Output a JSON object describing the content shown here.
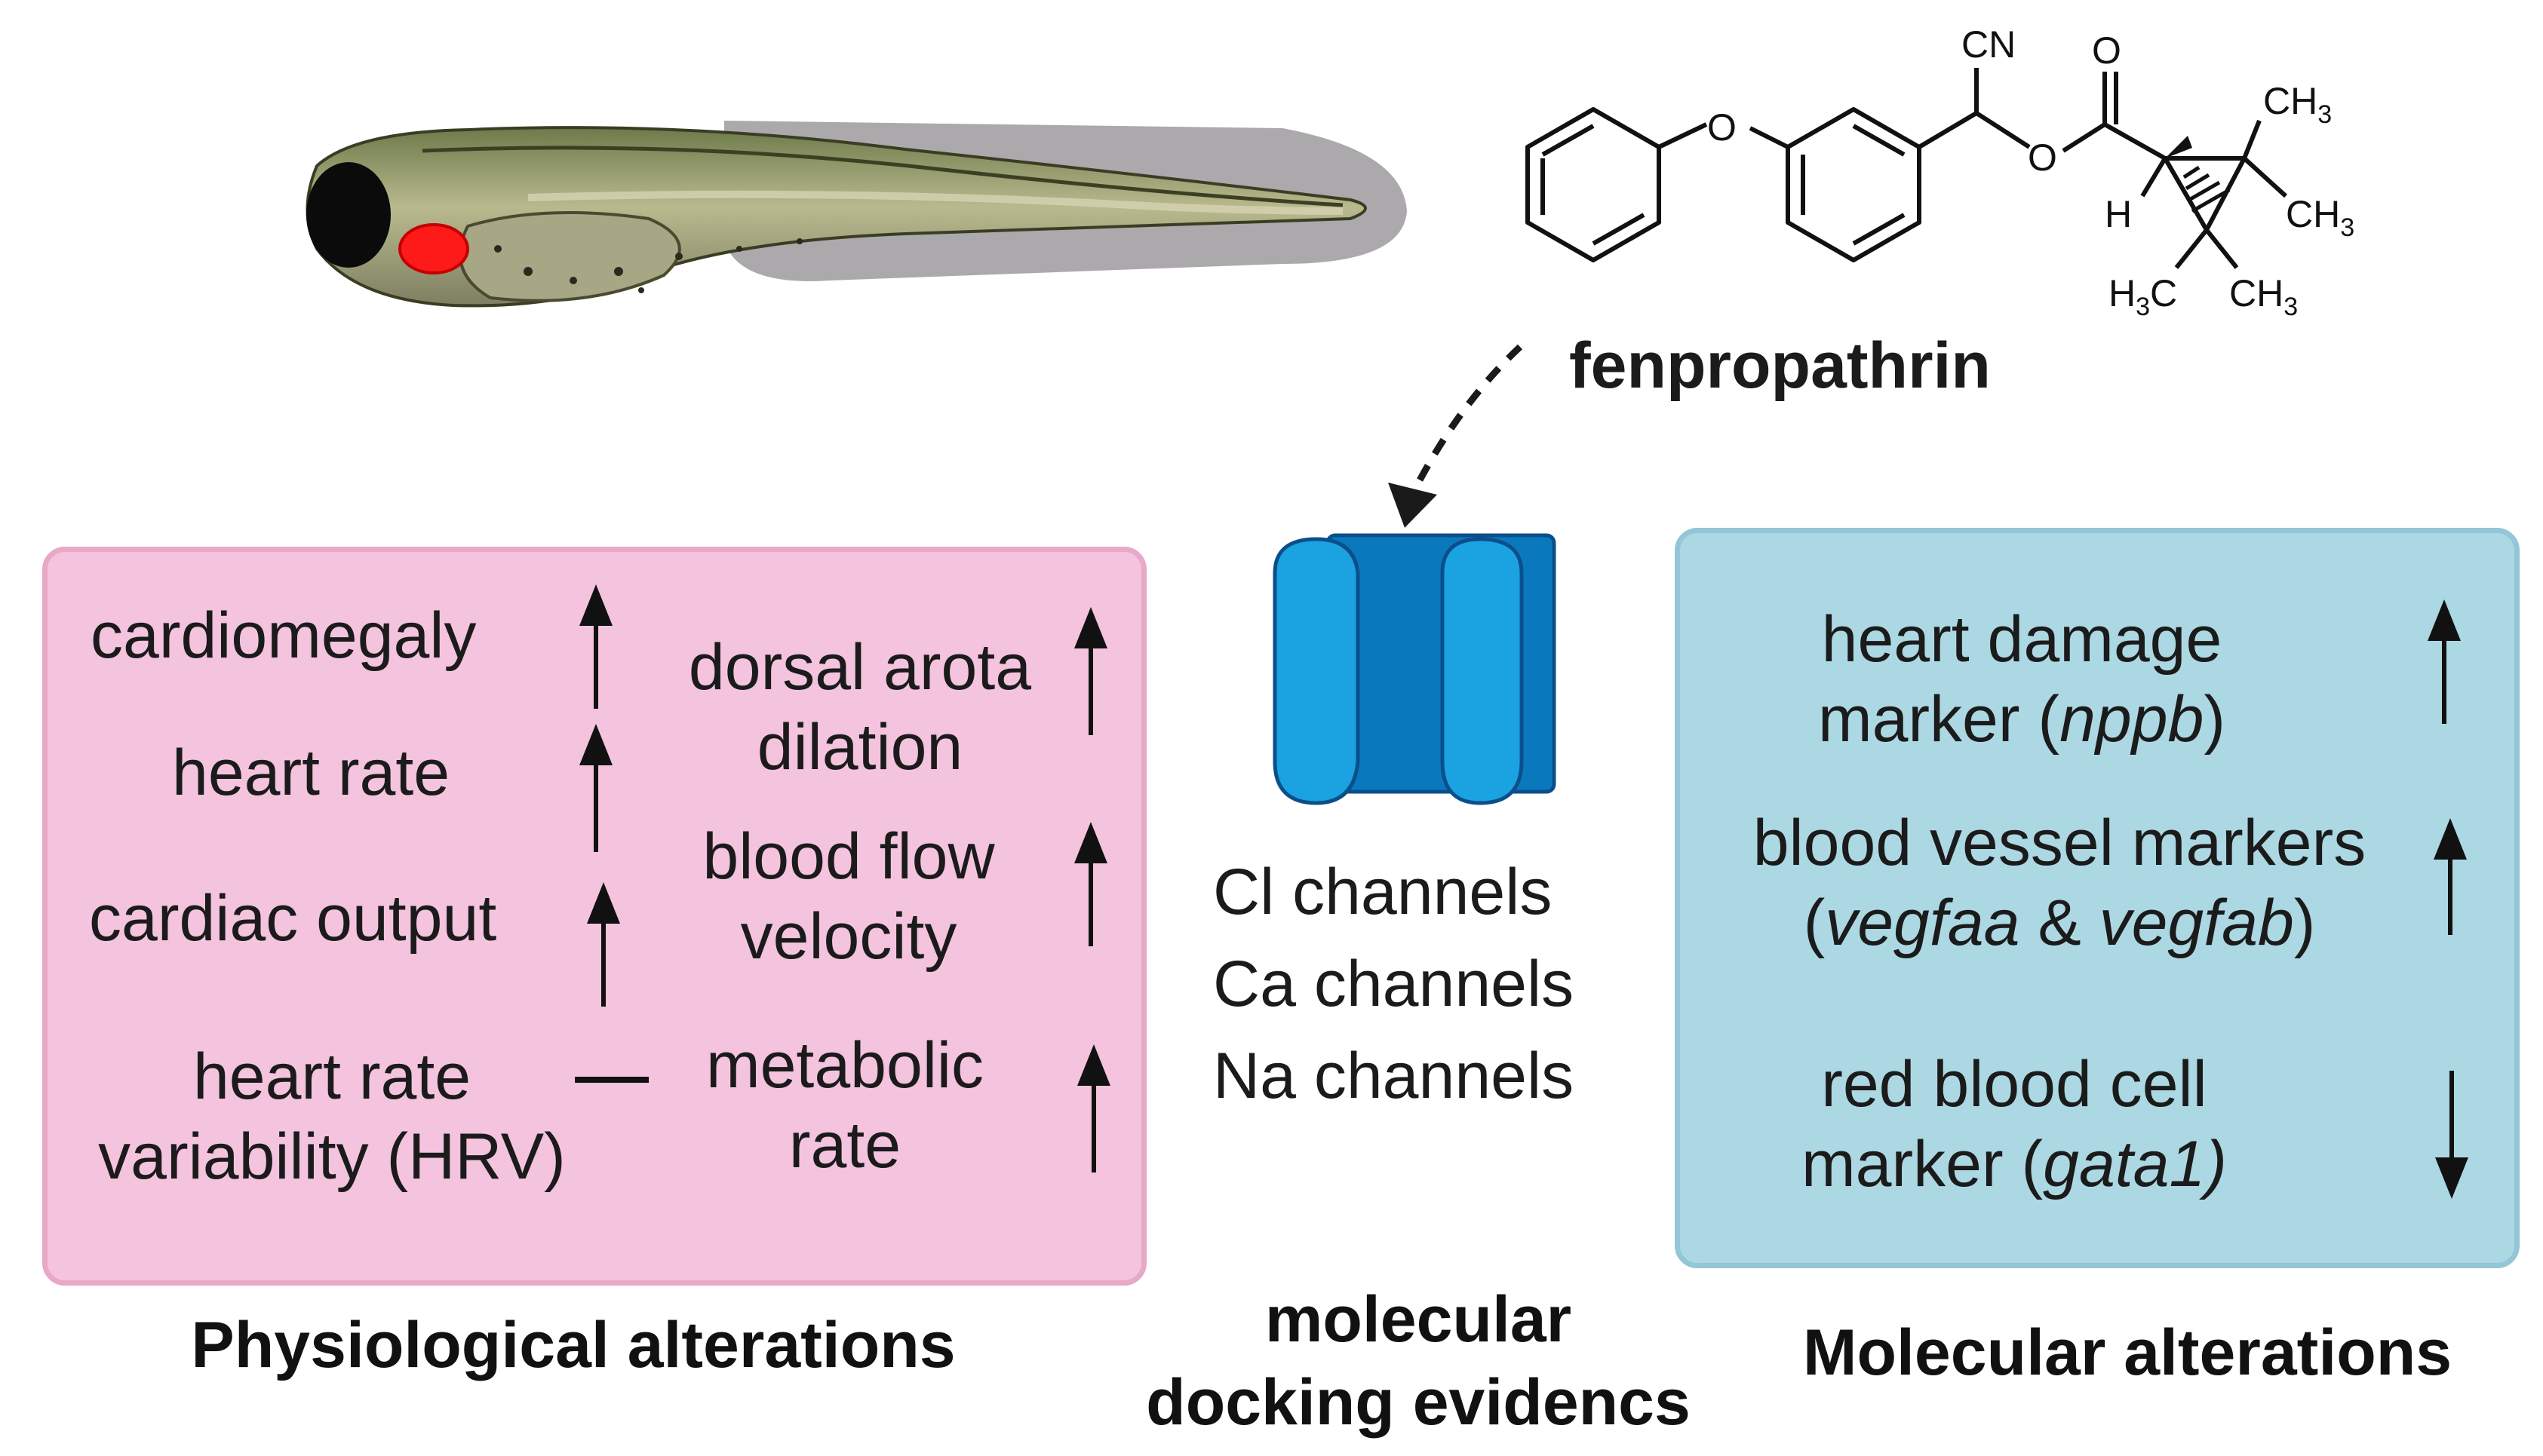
{
  "compound": {
    "name": "fenpropathrin",
    "atoms": {
      "cn": "CN",
      "o_carbonyl": "O",
      "o_ether": "O",
      "o_ester": "O",
      "h": "H",
      "ch3_top": "CH",
      "ch3_right": "CH",
      "h3c": "H",
      "h3c_c": "C",
      "ch3_bottom": "CH",
      "sub3": "3"
    }
  },
  "physiological": {
    "caption": "Physiological alterations",
    "items": [
      {
        "label": "cardiomegaly",
        "change": "up"
      },
      {
        "label": "heart rate",
        "change": "up"
      },
      {
        "label": "cardiac output",
        "change": "up"
      },
      {
        "label_1": "heart rate",
        "label_2": "variability (HRV)",
        "change": "none"
      },
      {
        "label_1": "dorsal arota",
        "label_2": "dilation",
        "change": "up"
      },
      {
        "label_1": "blood flow",
        "label_2": "velocity",
        "change": "up"
      },
      {
        "label_1": "metabolic",
        "label_2": "rate",
        "change": "up"
      }
    ]
  },
  "docking": {
    "caption_1": "molecular",
    "caption_2": "docking evidencs",
    "channels": [
      "Cl channels",
      "Ca channels",
      "Na channels"
    ]
  },
  "molecular": {
    "caption": "Molecular alterations",
    "items": [
      {
        "label_1": "heart damage",
        "label_2_pre": "marker (",
        "gene": "nppb",
        "label_2_post": ")",
        "change": "up"
      },
      {
        "label_1": "blood vessel markers",
        "label_2_pre": "(",
        "gene": "vegfaa",
        "amp": " & ",
        "gene_2": "vegfab",
        "label_2_post": ")",
        "change": "up"
      },
      {
        "label_1": "red blood cell",
        "label_2_pre": "marker (",
        "gene": "gata1)",
        "label_2_post": "",
        "change": "down"
      }
    ]
  },
  "colors": {
    "pink_panel": "#f4c3de",
    "blue_panel": "#acd8e4",
    "channel_light": "#1aa3e0",
    "channel_dark": "#0a78bd",
    "heart_red": "#ff1a1a"
  }
}
